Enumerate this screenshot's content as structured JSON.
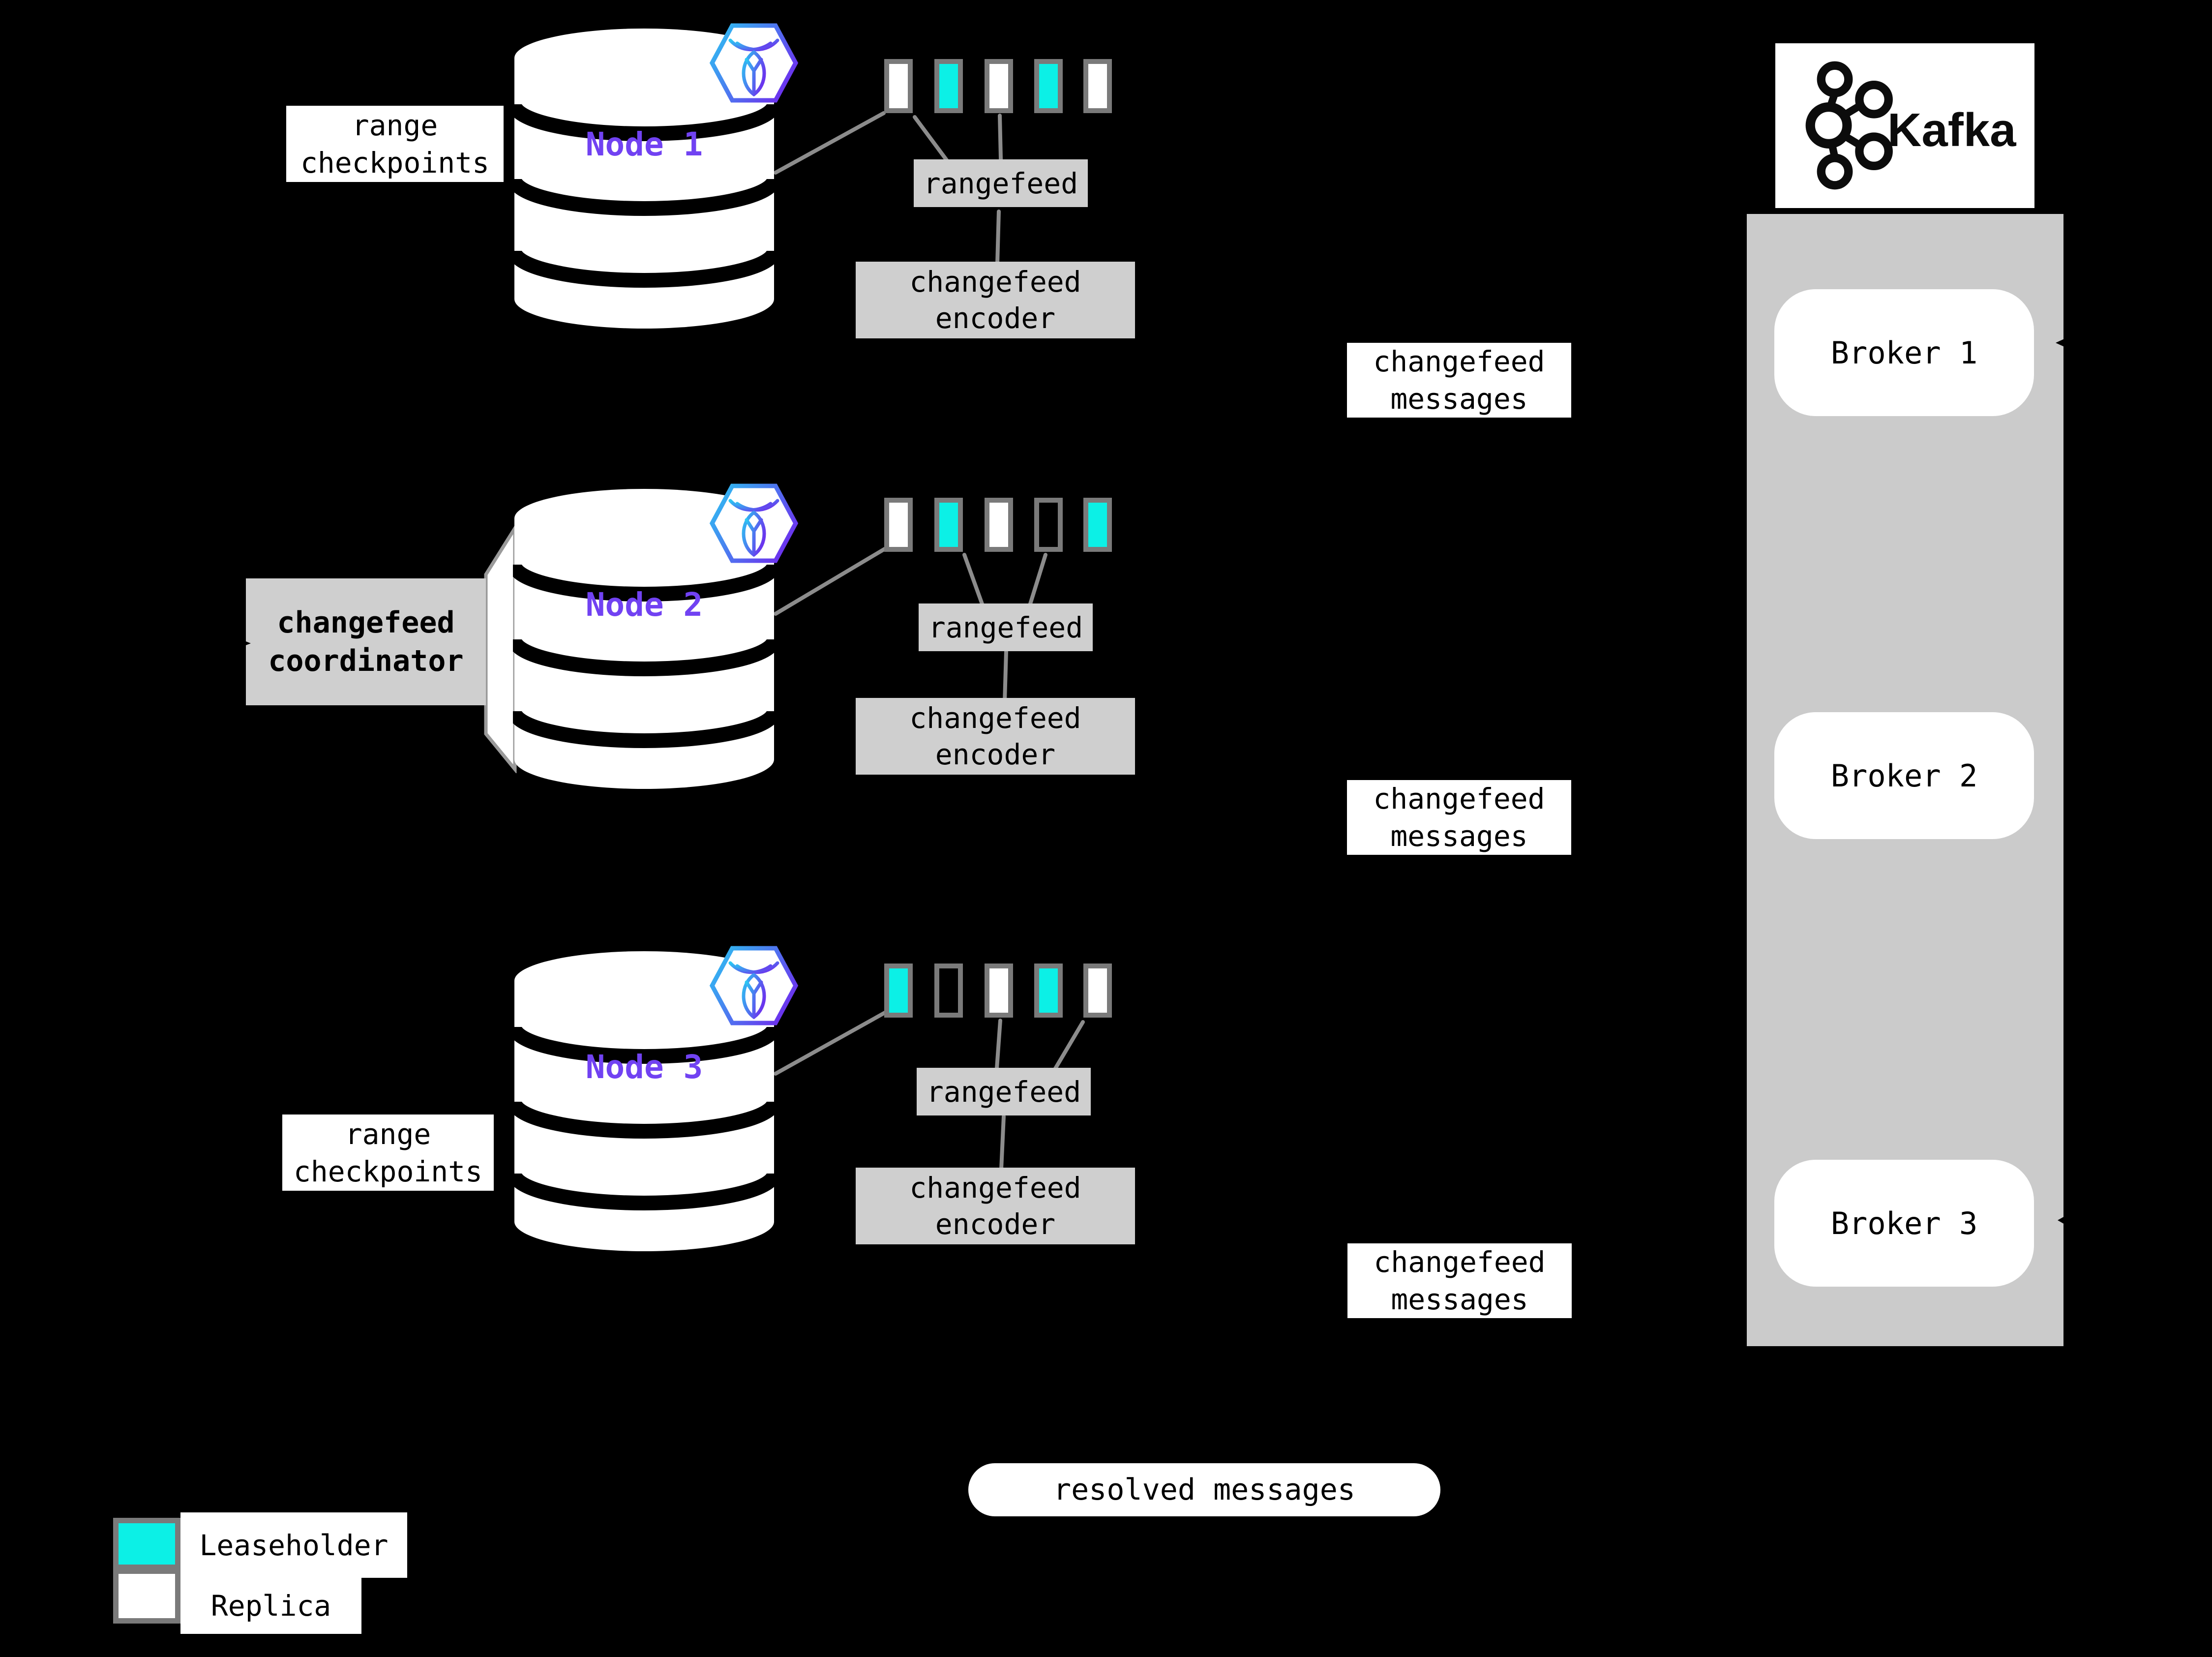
{
  "colors": {
    "leaseholder": "#0cf0e6",
    "replica": "#ffffff",
    "node_label": "#7142f2",
    "box_gray": "#cfcfcf",
    "panel_gray": "#cbcbcb",
    "connector_gray": "#8c8c8c",
    "hex_border_start": "#2bc7f2",
    "hex_border_end": "#6a35ee"
  },
  "labels": {
    "range_checkpoints_line1": "range",
    "range_checkpoints_line2": "checkpoints",
    "rangefeed": "rangefeed",
    "encoder_line1": "changefeed",
    "encoder_line2": "encoder",
    "messages_line1": "changefeed",
    "messages_line2": "messages",
    "coordinator_line1": "changefeed",
    "coordinator_line2": "coordinator",
    "resolved_messages": "resolved messages"
  },
  "nodes": [
    {
      "name": "Node 1",
      "ranges": [
        "replica",
        "leaseholder",
        "replica",
        "leaseholder",
        "replica"
      ]
    },
    {
      "name": "Node 2",
      "ranges": [
        "replica",
        "leaseholder",
        "replica",
        "empty",
        "leaseholder"
      ]
    },
    {
      "name": "Node 3",
      "ranges": [
        "leaseholder",
        "empty",
        "replica",
        "leaseholder",
        "replica"
      ]
    }
  ],
  "kafka": {
    "title": "Kafka",
    "brokers": [
      {
        "label": "Broker 1"
      },
      {
        "label": "Broker 2"
      },
      {
        "label": "Broker 3"
      }
    ]
  },
  "legend": {
    "leaseholder": "Leaseholder",
    "replica": "Replica"
  }
}
